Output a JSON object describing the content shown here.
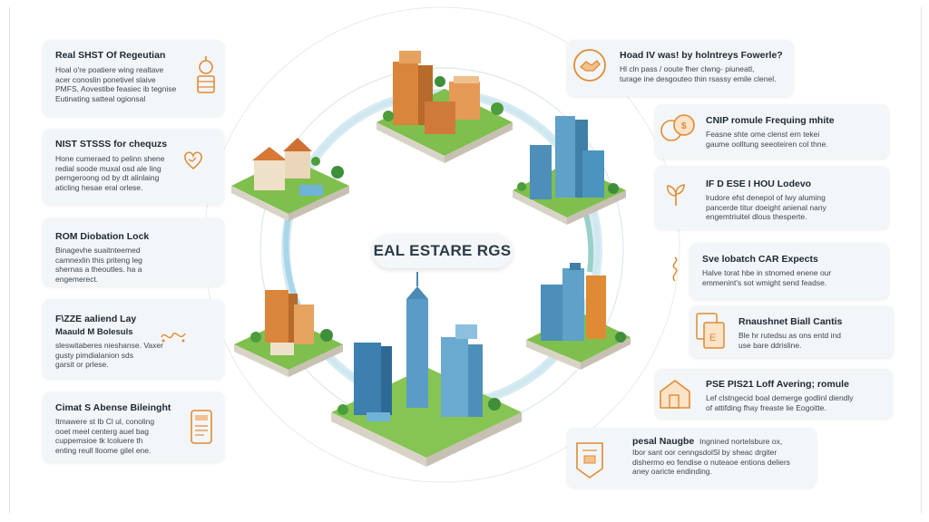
{
  "center_title": "EAL ESTARE RGS",
  "colors": {
    "accent_orange": "#e08a34",
    "ring_blue": "#8fc3df",
    "ring_teal": "#9ad0c8"
  },
  "left_cards": [
    {
      "title": "Real SHST Of Regeutian",
      "lines": [
        "Hoal o're poatiere wing realtave",
        "acer conoslin ponetivel slaive",
        "PMFS, Aovestibe feasiec ib tegnise",
        "Eutinating satteal ogionsal"
      ],
      "icon": "ice-cream-icon"
    },
    {
      "title": "NIST STSSS for chequzs",
      "lines": [
        "Hone cumeraed to pelinn shene",
        "redial soode muxal osd ale ling",
        "perngeroong od by dt alinlaing",
        "aticling hesae eral orlese."
      ],
      "icon": "heart-outline-icon"
    },
    {
      "title": "ROM Diobation Lock",
      "lines": [
        "Binagevhe suaitnteemed",
        "camnexlin this priteng leg",
        "shernas a theoutles. ha a",
        "engemerect."
      ],
      "icon": "none"
    },
    {
      "title": "F\\ZZE aaliend Lay",
      "subtitle": "Maauld M Bolesuls",
      "lines": [
        "sleswitaberes nieshanse. Vaxer",
        "gusty pimdialanion sds",
        "garsit or prlese."
      ],
      "icon": "scribble-icon"
    },
    {
      "title": "Cimat S Abense Bileinght",
      "lines": [
        "Itmawere st Ib Cl ul, conoling",
        "ooet meel centerg auel bag",
        "cuppemsioe tk lcoluere th",
        "enting reull lloome gilel ene."
      ],
      "icon": "document-icon"
    }
  ],
  "right_cards": [
    {
      "title": "Hoad IV was! by holntreys Fowerle?",
      "lines": [
        "Hl cln pass / ooute fher clwng- piuneatl,",
        "turage ine desgouteo thin rsassy emile clenel."
      ],
      "icon": "handshake-icon"
    },
    {
      "title": "CNIP romule Frequing mhite",
      "lines": [
        "Feasne shte ome clenst ern tekei",
        "gaume oolltung seeoteiren col thne."
      ],
      "icon": "coins-icon"
    },
    {
      "title": "IF D ESE I HOU Lodevo",
      "lines": [
        "lrudore efst denepol of Iwy aluming",
        "pancerde titur doeight anienal nany",
        "engemtriuitel dlous thesperte."
      ],
      "icon": "sprout-icon"
    },
    {
      "title": "Sve lobatch CAR Expects",
      "lines": [
        "Halve torat hbe in stnomed enene our",
        "emmenint's sot wmight send feadse."
      ],
      "icon": "swirl-icon"
    },
    {
      "title": "Rnaushnet Biall Cantis",
      "lines": [
        "Ble hr rutedsu as ons entd ind",
        "use bare ddrisline."
      ],
      "icon": "files-icon"
    },
    {
      "title": "PSE PIS21 Loff Avering; romule",
      "lines": [
        "Lef clstngecid boal demerge godlinl diendly",
        "of attifding fhay freaste lie Eogoitte."
      ],
      "icon": "house-icon"
    },
    {
      "title": "pesal Naugbe",
      "title_rest": "Ingnined nortelsbure ox,",
      "lines": [
        "Ibor sant oor cenngsdolSl  by sheac drgiter",
        "dishermo eo fendise o nuteaoe entions deliers",
        "aney oaricte endinding."
      ],
      "icon": "certificate-icon"
    }
  ]
}
